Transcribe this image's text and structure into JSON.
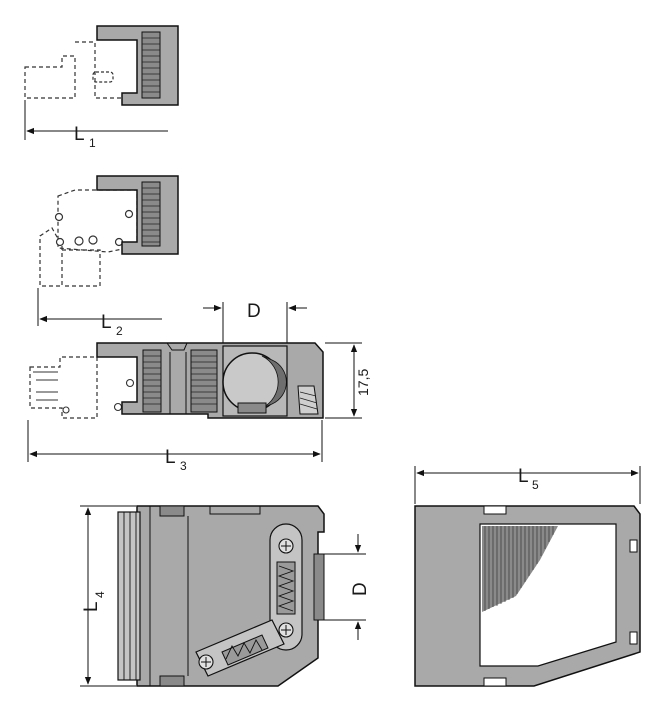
{
  "labels": {
    "l1_letter": "L",
    "l1_sub": "1",
    "l2_letter": "L",
    "l2_sub": "2",
    "l3_letter": "L",
    "l3_sub": "3",
    "l4_letter": "L",
    "l4_sub": "4",
    "l5_letter": "L",
    "l5_sub": "5",
    "d_top": "D",
    "d_side": "D",
    "height_value": "17,5"
  },
  "colors": {
    "body": "#a9a9a9",
    "body_dark": "#8a8a8a",
    "body_light": "#c4c4c4",
    "outline": "#111111",
    "background": "#ffffff"
  }
}
